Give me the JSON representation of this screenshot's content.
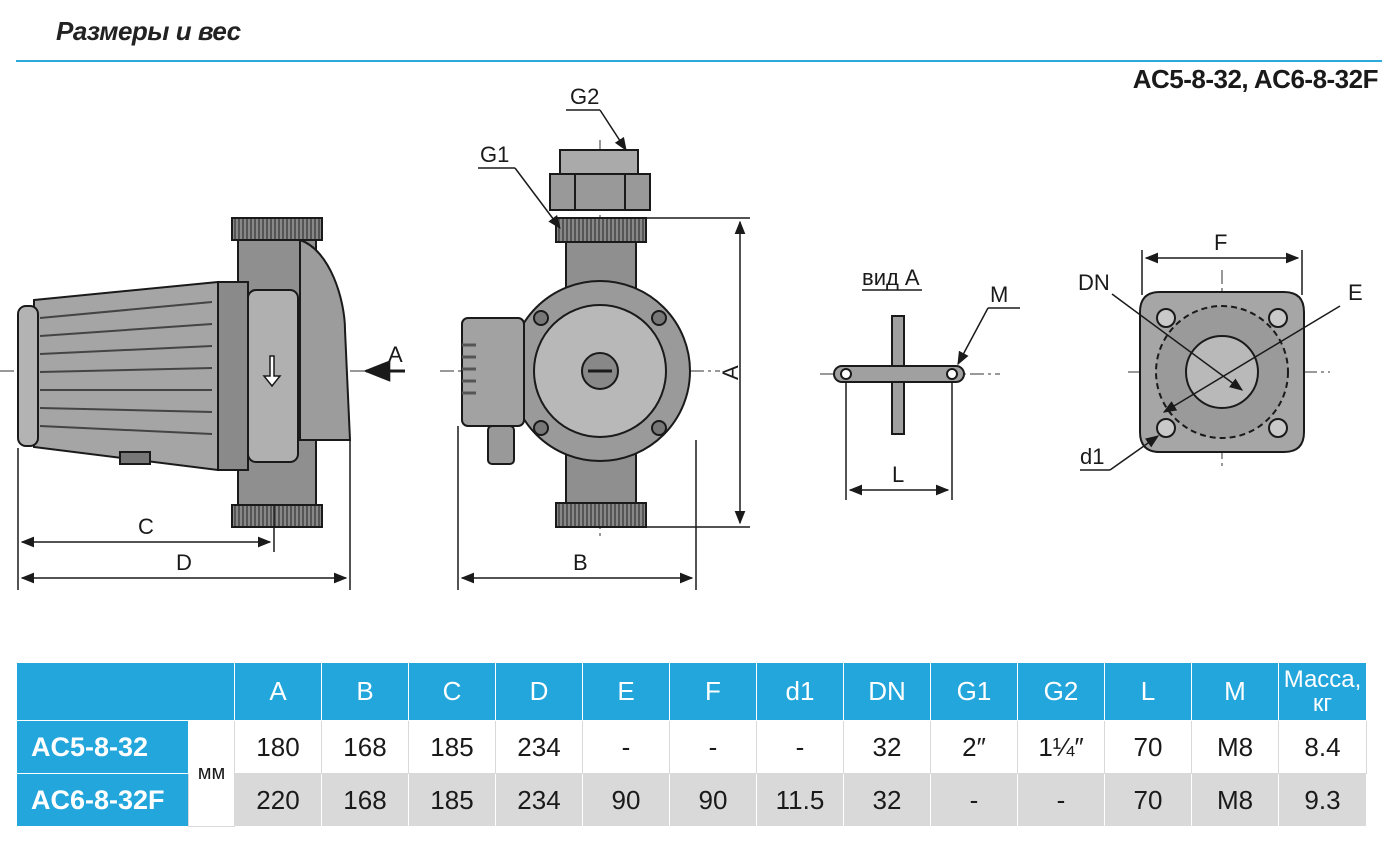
{
  "page_title": "Размеры и вес",
  "model_heading": "AC5-8-32, AC6-8-32F",
  "drawing_labels": {
    "arrow_a": "A",
    "dim_c": "C",
    "dim_d": "D",
    "g1": "G1",
    "g2": "G2",
    "dim_a": "A",
    "dim_b": "B",
    "view_a": "вид А",
    "m": "M",
    "l": "L",
    "f": "F",
    "dn": "DN",
    "e": "E",
    "d1": "d1"
  },
  "table": {
    "columns": [
      "A",
      "B",
      "C",
      "D",
      "E",
      "F",
      "d1",
      "DN",
      "G1",
      "G2",
      "L",
      "M"
    ],
    "mass_header": "Масса, кг",
    "unit": "мм",
    "rows": [
      {
        "model": "AC5-8-32",
        "values": [
          "180",
          "168",
          "185",
          "234",
          "-",
          "-",
          "-",
          "32",
          "2″",
          "1¼″",
          "70",
          "M8"
        ],
        "mass": "8.4"
      },
      {
        "model": "AC6-8-32F",
        "values": [
          "220",
          "168",
          "185",
          "234",
          "90",
          "90",
          "11.5",
          "32",
          "-",
          "-",
          "70",
          "M8"
        ],
        "mass": "9.3"
      }
    ]
  }
}
